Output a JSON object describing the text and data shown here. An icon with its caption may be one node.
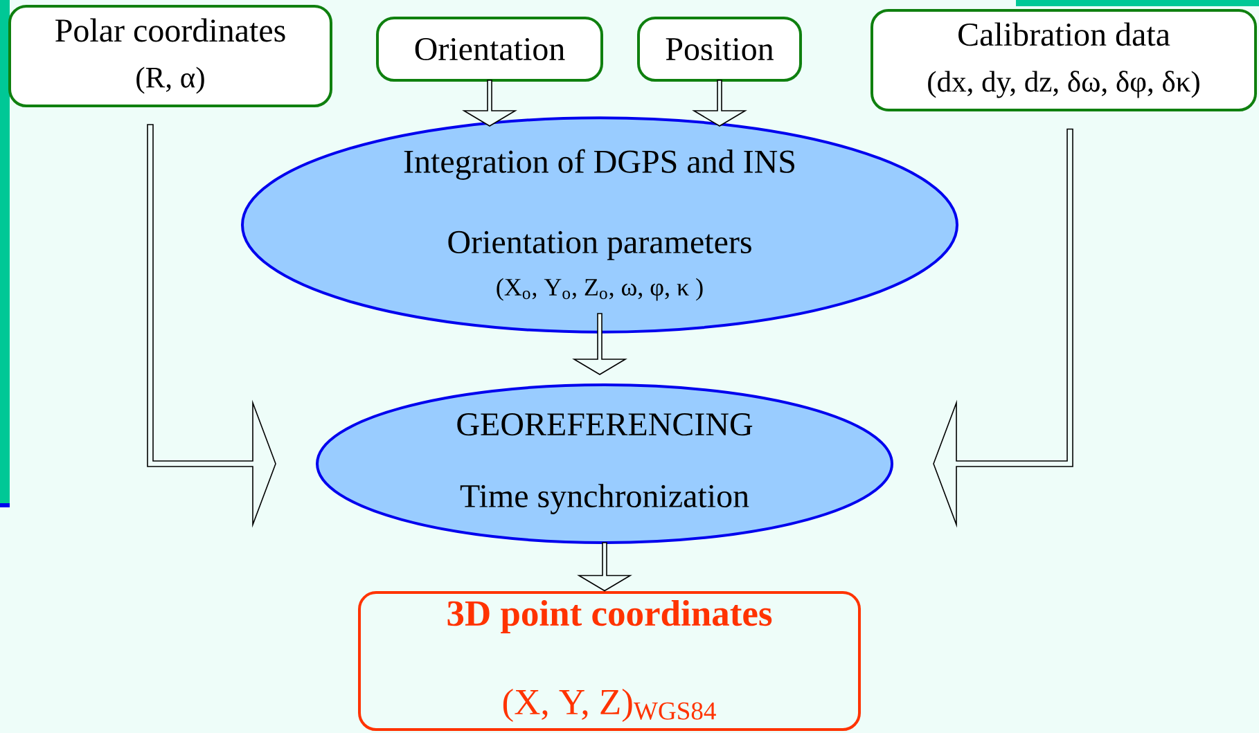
{
  "diagram": {
    "nodes": [
      {
        "text": [
          "Polar coordinates",
          "(R, α)"
        ]
      },
      {
        "text": [
          "Orientation"
        ]
      },
      {
        "text": [
          "Position"
        ]
      },
      {
        "text": [
          "Calibration data",
          "(dx, dy, dz, δω, δφ, δκ)"
        ]
      },
      {
        "text": [
          "Integration of DGPS and INS",
          "Orientation parameters",
          "(X$_{o}$, Y$_{o}$, Z$_{o}$, ω, φ, κ )"
        ]
      },
      {
        "text": [
          "GEOREFERENCING",
          "Time synchronization"
        ]
      },
      {
        "text": [
          "3D point coordinates",
          "(X, Y, Z)$_{WGS84}$"
        ]
      }
    ],
    "edges": [
      {
        "from": 1,
        "to": 4,
        "arrow": "to"
      },
      {
        "from": 2,
        "to": 4,
        "arrow": "to"
      },
      {
        "from": 4,
        "to": 5,
        "arrow": "to"
      },
      {
        "from": 0,
        "to": 5,
        "arrow": "to"
      },
      {
        "from": 3,
        "to": 5,
        "arrow": "to"
      },
      {
        "from": 5,
        "to": 6,
        "arrow": "to"
      }
    ]
  }
}
